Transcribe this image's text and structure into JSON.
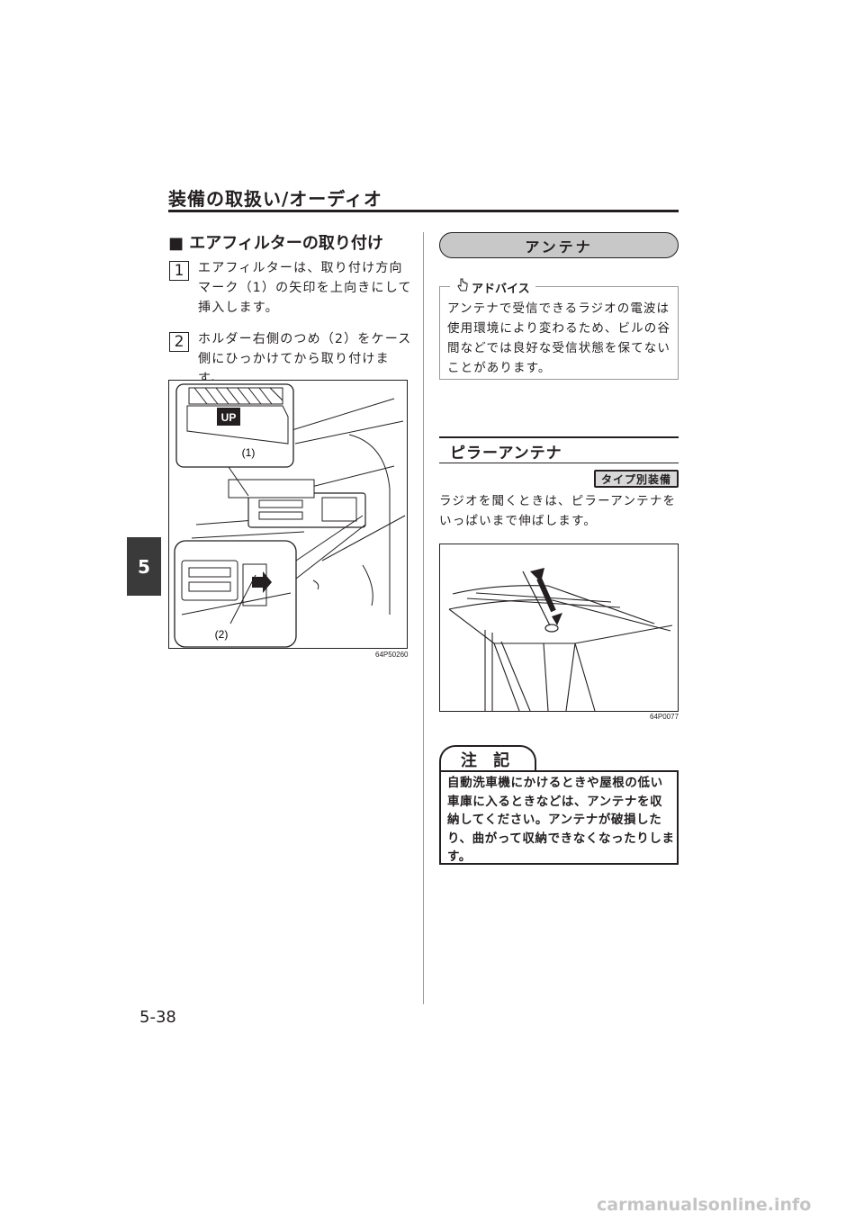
{
  "header": {
    "title": "装備の取扱い/オーディオ"
  },
  "chapter_tab": "5",
  "page_number": "5-38",
  "watermark": "carmanualsonline.info",
  "left": {
    "heading": "■ エアフィルターの取り付け",
    "steps": [
      {
        "num": "1",
        "text": "エアフィルターは、取り付け方向マーク（1）の矢印を上向きにして挿入します。"
      },
      {
        "num": "2",
        "text": "ホルダー右側のつめ（2）をケース側にひっかけてから取り付けます。"
      }
    ],
    "figure": {
      "code": "64P50260",
      "label_mark": "UP",
      "callout_1": "(1)",
      "callout_2": "(2)"
    }
  },
  "right": {
    "banner": "アンテナ",
    "advice": {
      "label": "アドバイス",
      "icon": "pointing-hand-icon",
      "text": "アンテナで受信できるラジオの電波は使用環境により変わるため、ビルの谷間などでは良好な受信状態を保てないことがあります。"
    },
    "pillar": {
      "heading": "ピラーアンテナ",
      "badge": "タイプ別装備",
      "text": "ラジオを聞くときは、ピラーアンテナをいっぱいまで伸ばします。",
      "figure_code": "64P0077"
    },
    "note": {
      "label": "注 記",
      "text": "自動洗車機にかけるときや屋根の低い車庫に入るときなどは、アンテナを収納してください。アンテナが破損したり、曲がって収納できなくなったりします。"
    }
  }
}
